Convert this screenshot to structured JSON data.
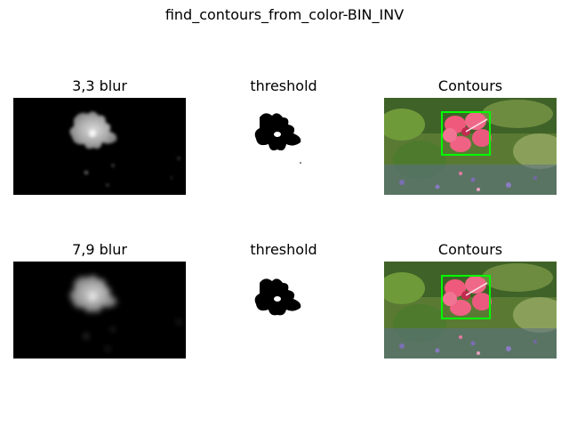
{
  "figure": {
    "suptitle": "find_contours_from_color-BIN_INV"
  },
  "rows": [
    {
      "panels": [
        {
          "title": "3,3 blur",
          "kind": "blur",
          "icon": "blurred-flower-mask"
        },
        {
          "title": "threshold",
          "kind": "threshold",
          "icon": "binary-flower-silhouette"
        },
        {
          "title": "Contours",
          "kind": "contours",
          "icon": "hibiscus-photo-with-green-bounding-box"
        }
      ]
    },
    {
      "panels": [
        {
          "title": "7,9 blur",
          "kind": "blur",
          "icon": "blurred-flower-mask"
        },
        {
          "title": "threshold",
          "kind": "threshold",
          "icon": "binary-flower-silhouette"
        },
        {
          "title": "Contours",
          "kind": "contours",
          "icon": "hibiscus-photo-with-green-bounding-box"
        }
      ]
    }
  ],
  "colors": {
    "contour_box": "#00ff00",
    "flower": "#ef5a7c",
    "foliage": "#4d6b2c",
    "background_mask": "#000000"
  }
}
